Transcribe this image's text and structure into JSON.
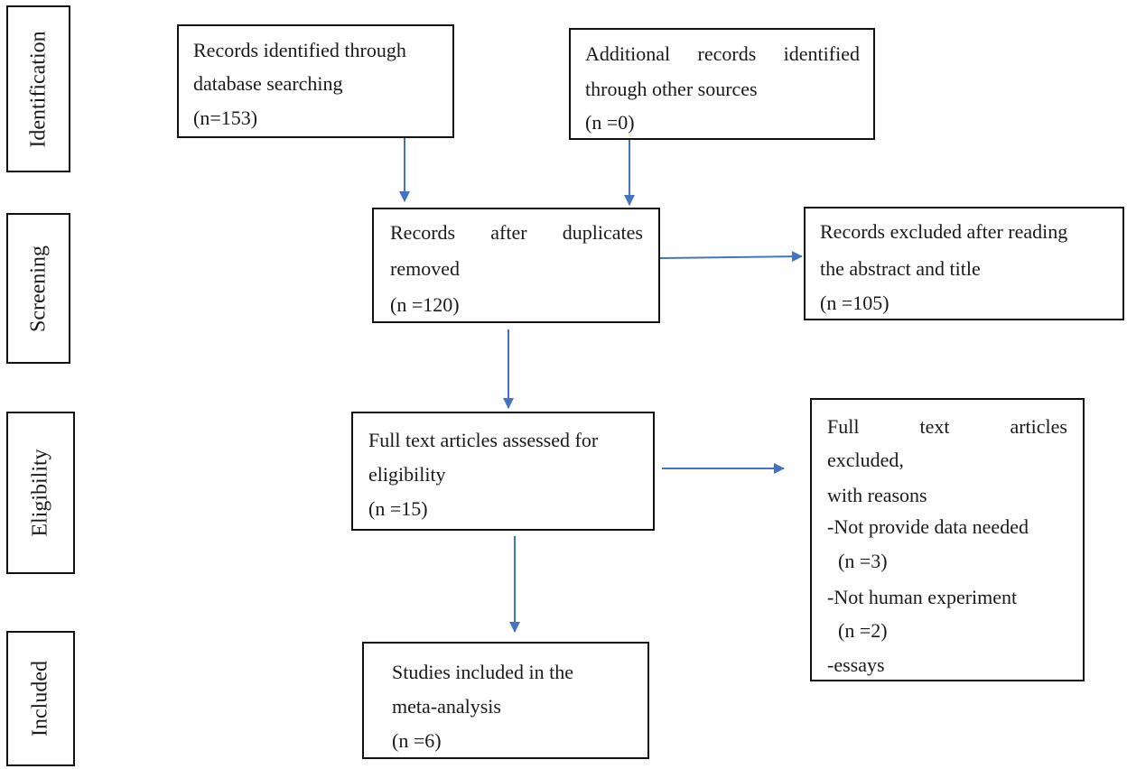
{
  "stages": {
    "identification": "Identification",
    "screening": "Screening",
    "eligibility": "Eligibility",
    "included": "Included"
  },
  "boxes": {
    "database_search": {
      "line1": "Records identified through",
      "line2": "database searching",
      "count": "(n=153)"
    },
    "other_sources": {
      "line1_words": [
        "Additional",
        "records",
        "identified"
      ],
      "line2": "through other sources",
      "count": "(n =0)"
    },
    "after_duplicates": {
      "line1_words": [
        "Records",
        "after",
        "duplicates"
      ],
      "line2": "removed",
      "count": "(n =120)"
    },
    "excluded_abstract": {
      "line1": "Records excluded after reading",
      "line2": "the abstract and title",
      "count": "(n =105)"
    },
    "full_text_assessed": {
      "line1": "Full text articles assessed for",
      "line2": "eligibility",
      "count": "(n =15)"
    },
    "full_text_excluded": {
      "line1_words": [
        "Full",
        "text",
        "articles"
      ],
      "line2": "excluded,",
      "line3": "with reasons",
      "reason1": "-Not provide data needed",
      "reason1_count": "(n =3)",
      "reason2": "-Not human experiment",
      "reason2_count": "(n =2)",
      "reason3": "-essays"
    },
    "included_studies": {
      "line1": "Studies included in the",
      "line2": "meta-analysis",
      "count": "(n =6)"
    }
  },
  "colors": {
    "arrow": "#4472c4",
    "border": "#111111"
  }
}
